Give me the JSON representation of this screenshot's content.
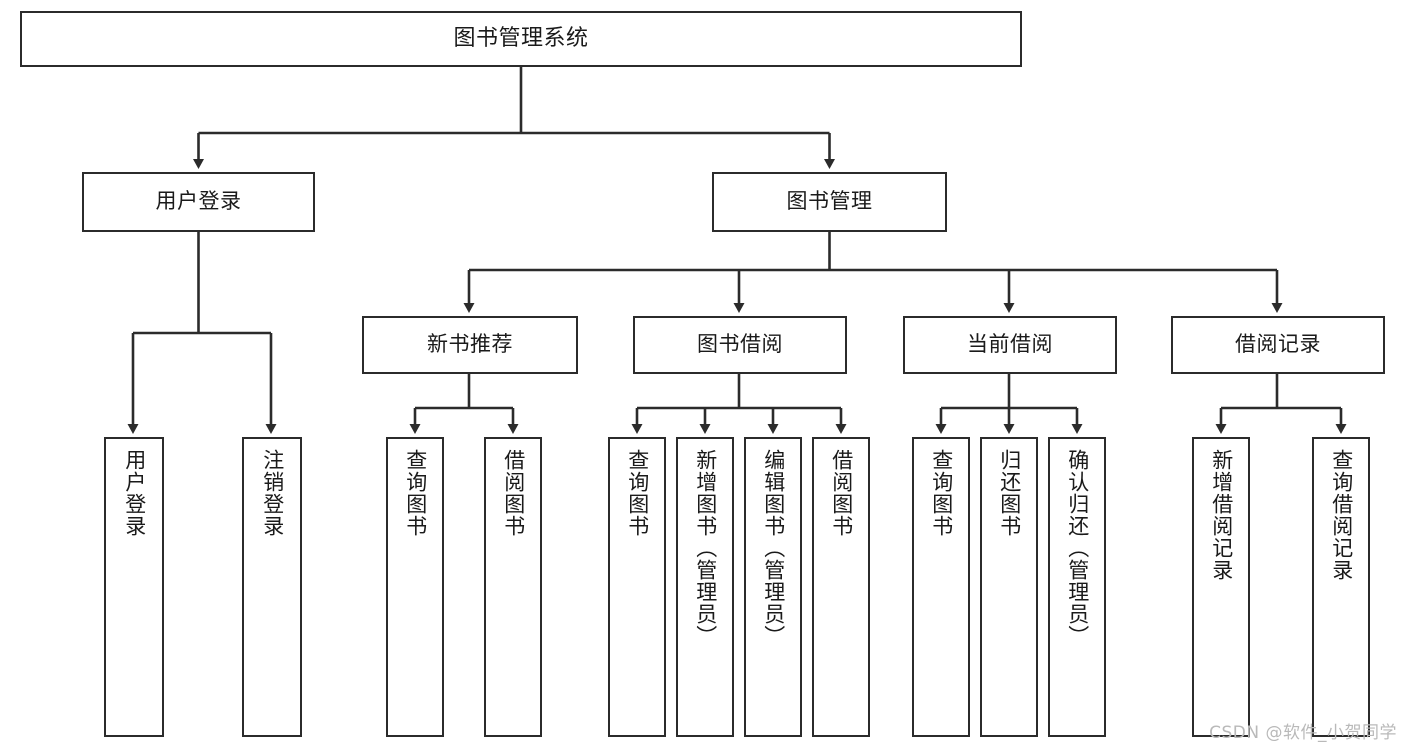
{
  "diagram": {
    "title": "图书管理系统",
    "type": "hierarchy-tree",
    "watermark": "CSDN @软件_小贺同学",
    "colors": {
      "background": "#ffffff",
      "box_border": "#2b2b2b",
      "box_fill": "#ffffff",
      "text": "#1a1a1a",
      "connector": "#2b2b2b",
      "watermark": "#b9b9b9"
    },
    "root": {
      "label": "图书管理系统"
    },
    "level2": [
      {
        "label": "用户登录"
      },
      {
        "label": "图书管理"
      }
    ],
    "level3": [
      {
        "label": "新书推荐"
      },
      {
        "label": "图书借阅"
      },
      {
        "label": "当前借阅"
      },
      {
        "label": "借阅记录"
      }
    ],
    "leaves": {
      "user_login": [
        {
          "label": "用户登录"
        },
        {
          "label": "注销登录"
        }
      ],
      "new_book_recommend": [
        {
          "label": "查询图书"
        },
        {
          "label": "借阅图书"
        }
      ],
      "book_borrow": [
        {
          "label": "查询图书"
        },
        {
          "label": "新增图书（管理员）"
        },
        {
          "label": "编辑图书（管理员）"
        },
        {
          "label": "借阅图书"
        }
      ],
      "current_borrow": [
        {
          "label": "查询图书"
        },
        {
          "label": "归还图书"
        },
        {
          "label": "确认归还（管理员）"
        }
      ],
      "borrow_record": [
        {
          "label": "新增借阅记录"
        },
        {
          "label": "查询借阅记录"
        }
      ]
    }
  }
}
